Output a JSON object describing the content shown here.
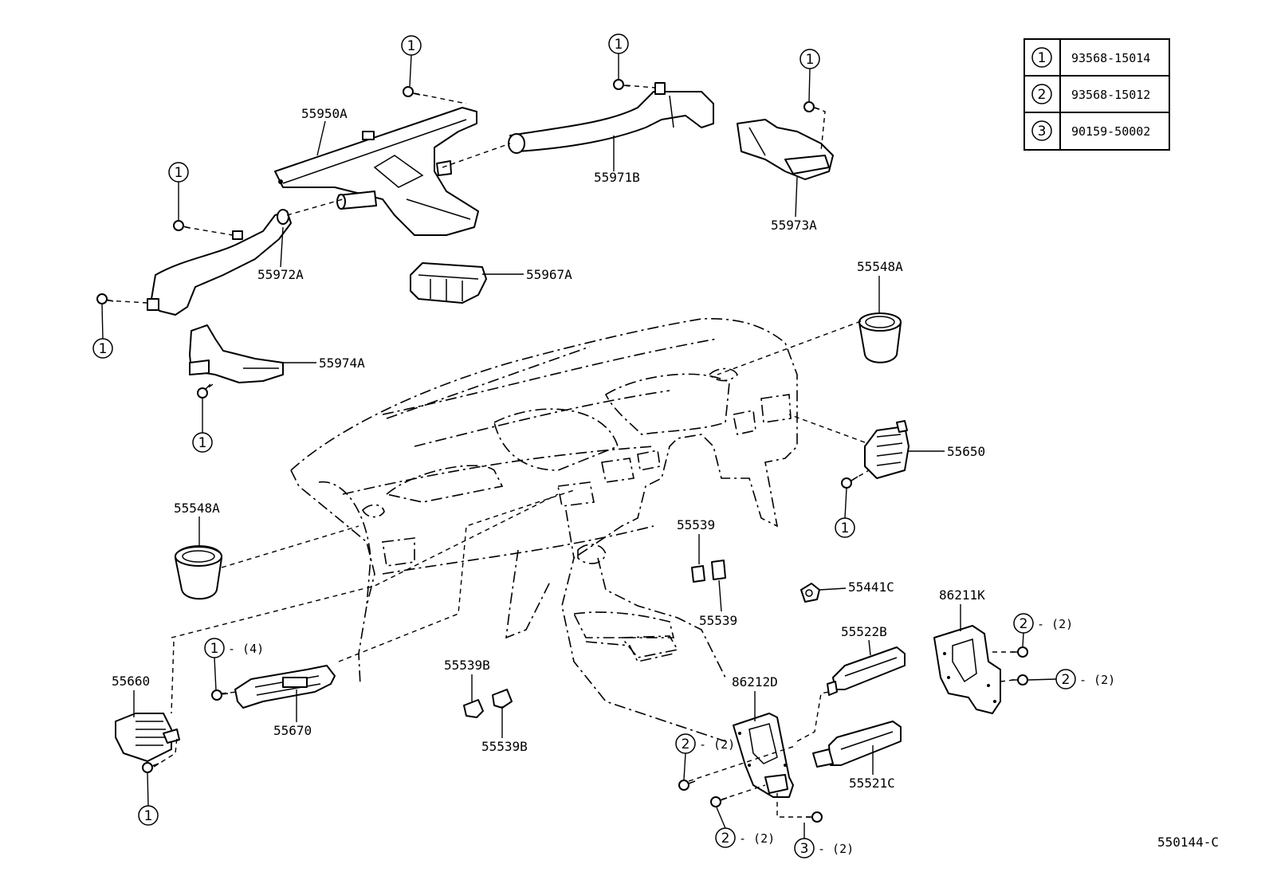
{
  "legend": {
    "rows": [
      {
        "key": "1",
        "part_no": "93568-15014"
      },
      {
        "key": "2",
        "part_no": "93568-15012"
      },
      {
        "key": "3",
        "part_no": "90159-50002"
      }
    ]
  },
  "labels": {
    "p55950A": "55950A",
    "p55971B": "55971B",
    "p55973A": "55973A",
    "p55972A": "55972A",
    "p55967A": "55967A",
    "p55548A_top": "55548A",
    "p55974A": "55974A",
    "p55650": "55650",
    "p55548A_left": "55548A",
    "p55539_top": "55539",
    "p55539_bot": "55539",
    "p55441C": "55441C",
    "p86211K": "86211K",
    "p55522B": "55522B",
    "p55660": "55660",
    "p55670": "55670",
    "p55539B_top": "55539B",
    "p55539B_bot": "55539B",
    "p86212D": "86212D",
    "p55521C": "55521C",
    "diagram_id": "550144-C"
  },
  "callouts": {
    "c1": "1",
    "c2": "2",
    "c3": "3",
    "qty4": "- (4)",
    "qty2": "- (2)"
  }
}
